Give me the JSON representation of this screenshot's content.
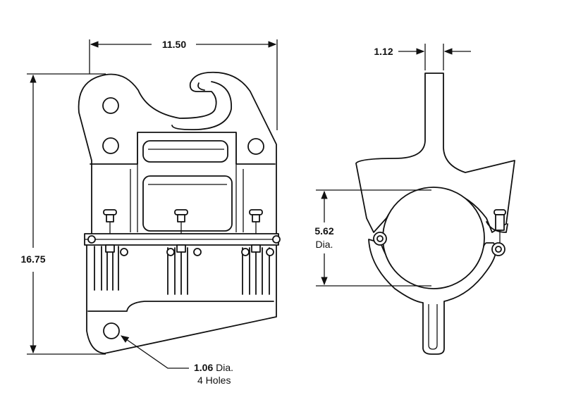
{
  "dimensions": {
    "width_value": "11.50",
    "height_value": "16.75",
    "stem_value": "1.12",
    "bore_value": "5.62",
    "bore_unit": "Dia.",
    "hole_value": "1.06",
    "hole_unit": "Dia.",
    "hole_count": "4 Holes"
  }
}
